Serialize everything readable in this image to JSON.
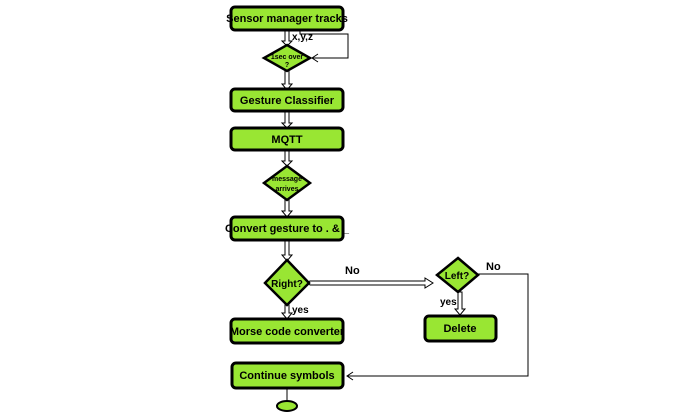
{
  "colors": {
    "node_fill": "#99e633",
    "node_stroke": "#000000",
    "connector": "#000000",
    "background": "#ffffff"
  },
  "nodes": {
    "sensor_manager": "Sensor manager tracks",
    "xyz": "x,y,z",
    "one_sec_over_line1": "1sec over",
    "one_sec_over_line2": "?",
    "gesture_classifier": "Gesture Classifier",
    "mqtt": "MQTT",
    "message_arrives_line1": "message",
    "message_arrives_line2": "arrives",
    "convert_gesture": "Convert gesture to . & _",
    "right": "Right?",
    "left": "Left?",
    "morse_converter": "Morse code converter",
    "delete": "Delete",
    "continue_symbols": "Continue symbols"
  },
  "edges": {
    "right_no": "No",
    "right_yes": "yes",
    "left_no": "No",
    "left_yes": "yes"
  }
}
